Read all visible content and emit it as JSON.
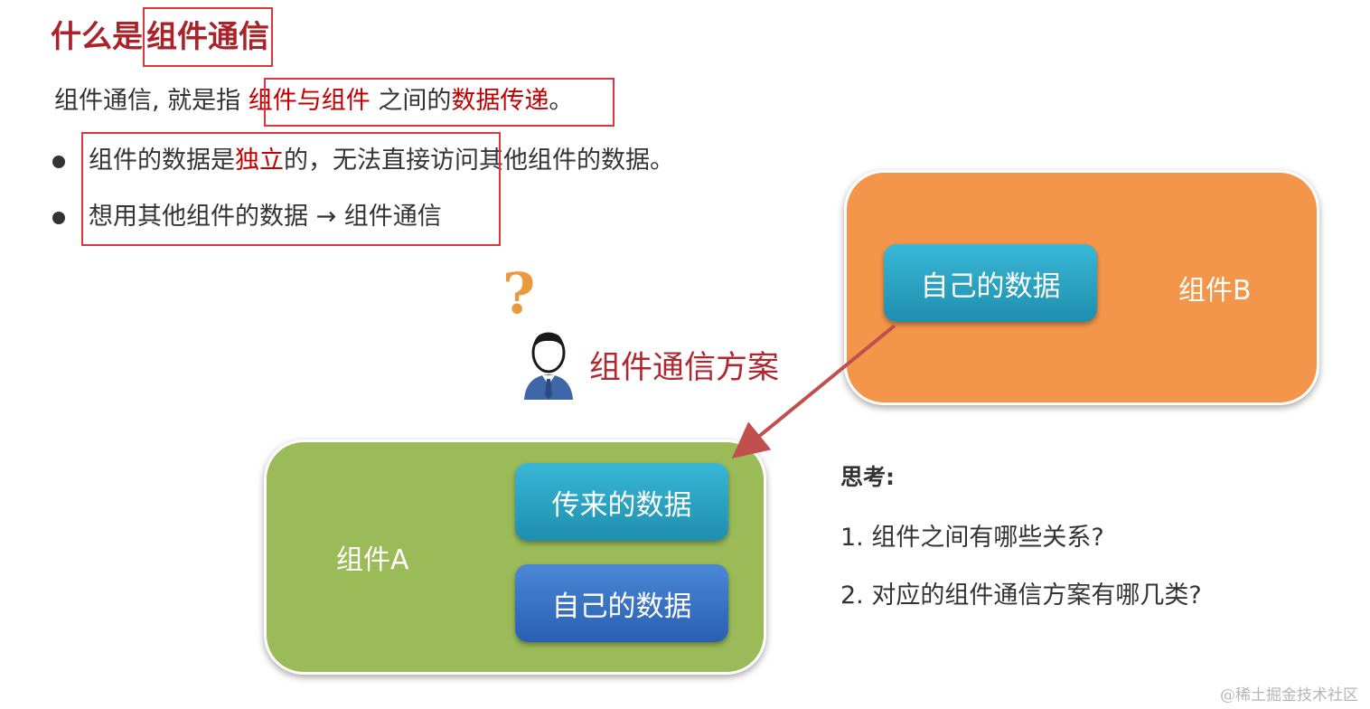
{
  "title": {
    "prefix": "什么是",
    "highlight": "组件通信"
  },
  "intro": {
    "part1": "组件通信, 就是指 ",
    "red1": "组件与组件",
    "part2": " 之间的",
    "red2": "数据传递",
    "end": "。"
  },
  "bullets": [
    {
      "before": "组件的数据是",
      "red": "独立",
      "after": "的，无法直接访问其他组件的数据。"
    },
    {
      "before": "想用其他组件的数据 → 组件通信",
      "red": "",
      "after": ""
    }
  ],
  "component_b": {
    "label": "组件B",
    "data_label": "自己的数据"
  },
  "component_a": {
    "label": "组件A",
    "received_label": "传来的数据",
    "own_label": "自己的数据"
  },
  "question_mark": "?",
  "scheme_label": "组件通信方案",
  "think": {
    "title": "思考:",
    "questions": [
      "1. 组件之间有哪些关系?",
      "2. 对应的组件通信方案有哪几类?"
    ]
  },
  "watermark": "@稀土掘金技术社区",
  "colors": {
    "title_red": "#a8232a",
    "highlight_border": "#d9363e",
    "component_b_fill": "#f4964a",
    "component_a_fill": "#9bbb59",
    "data_teal": "#2ea7c8",
    "data_blue": "#3b73c4",
    "arrow": "#c0504d",
    "question_mark": "#e89a3c"
  }
}
